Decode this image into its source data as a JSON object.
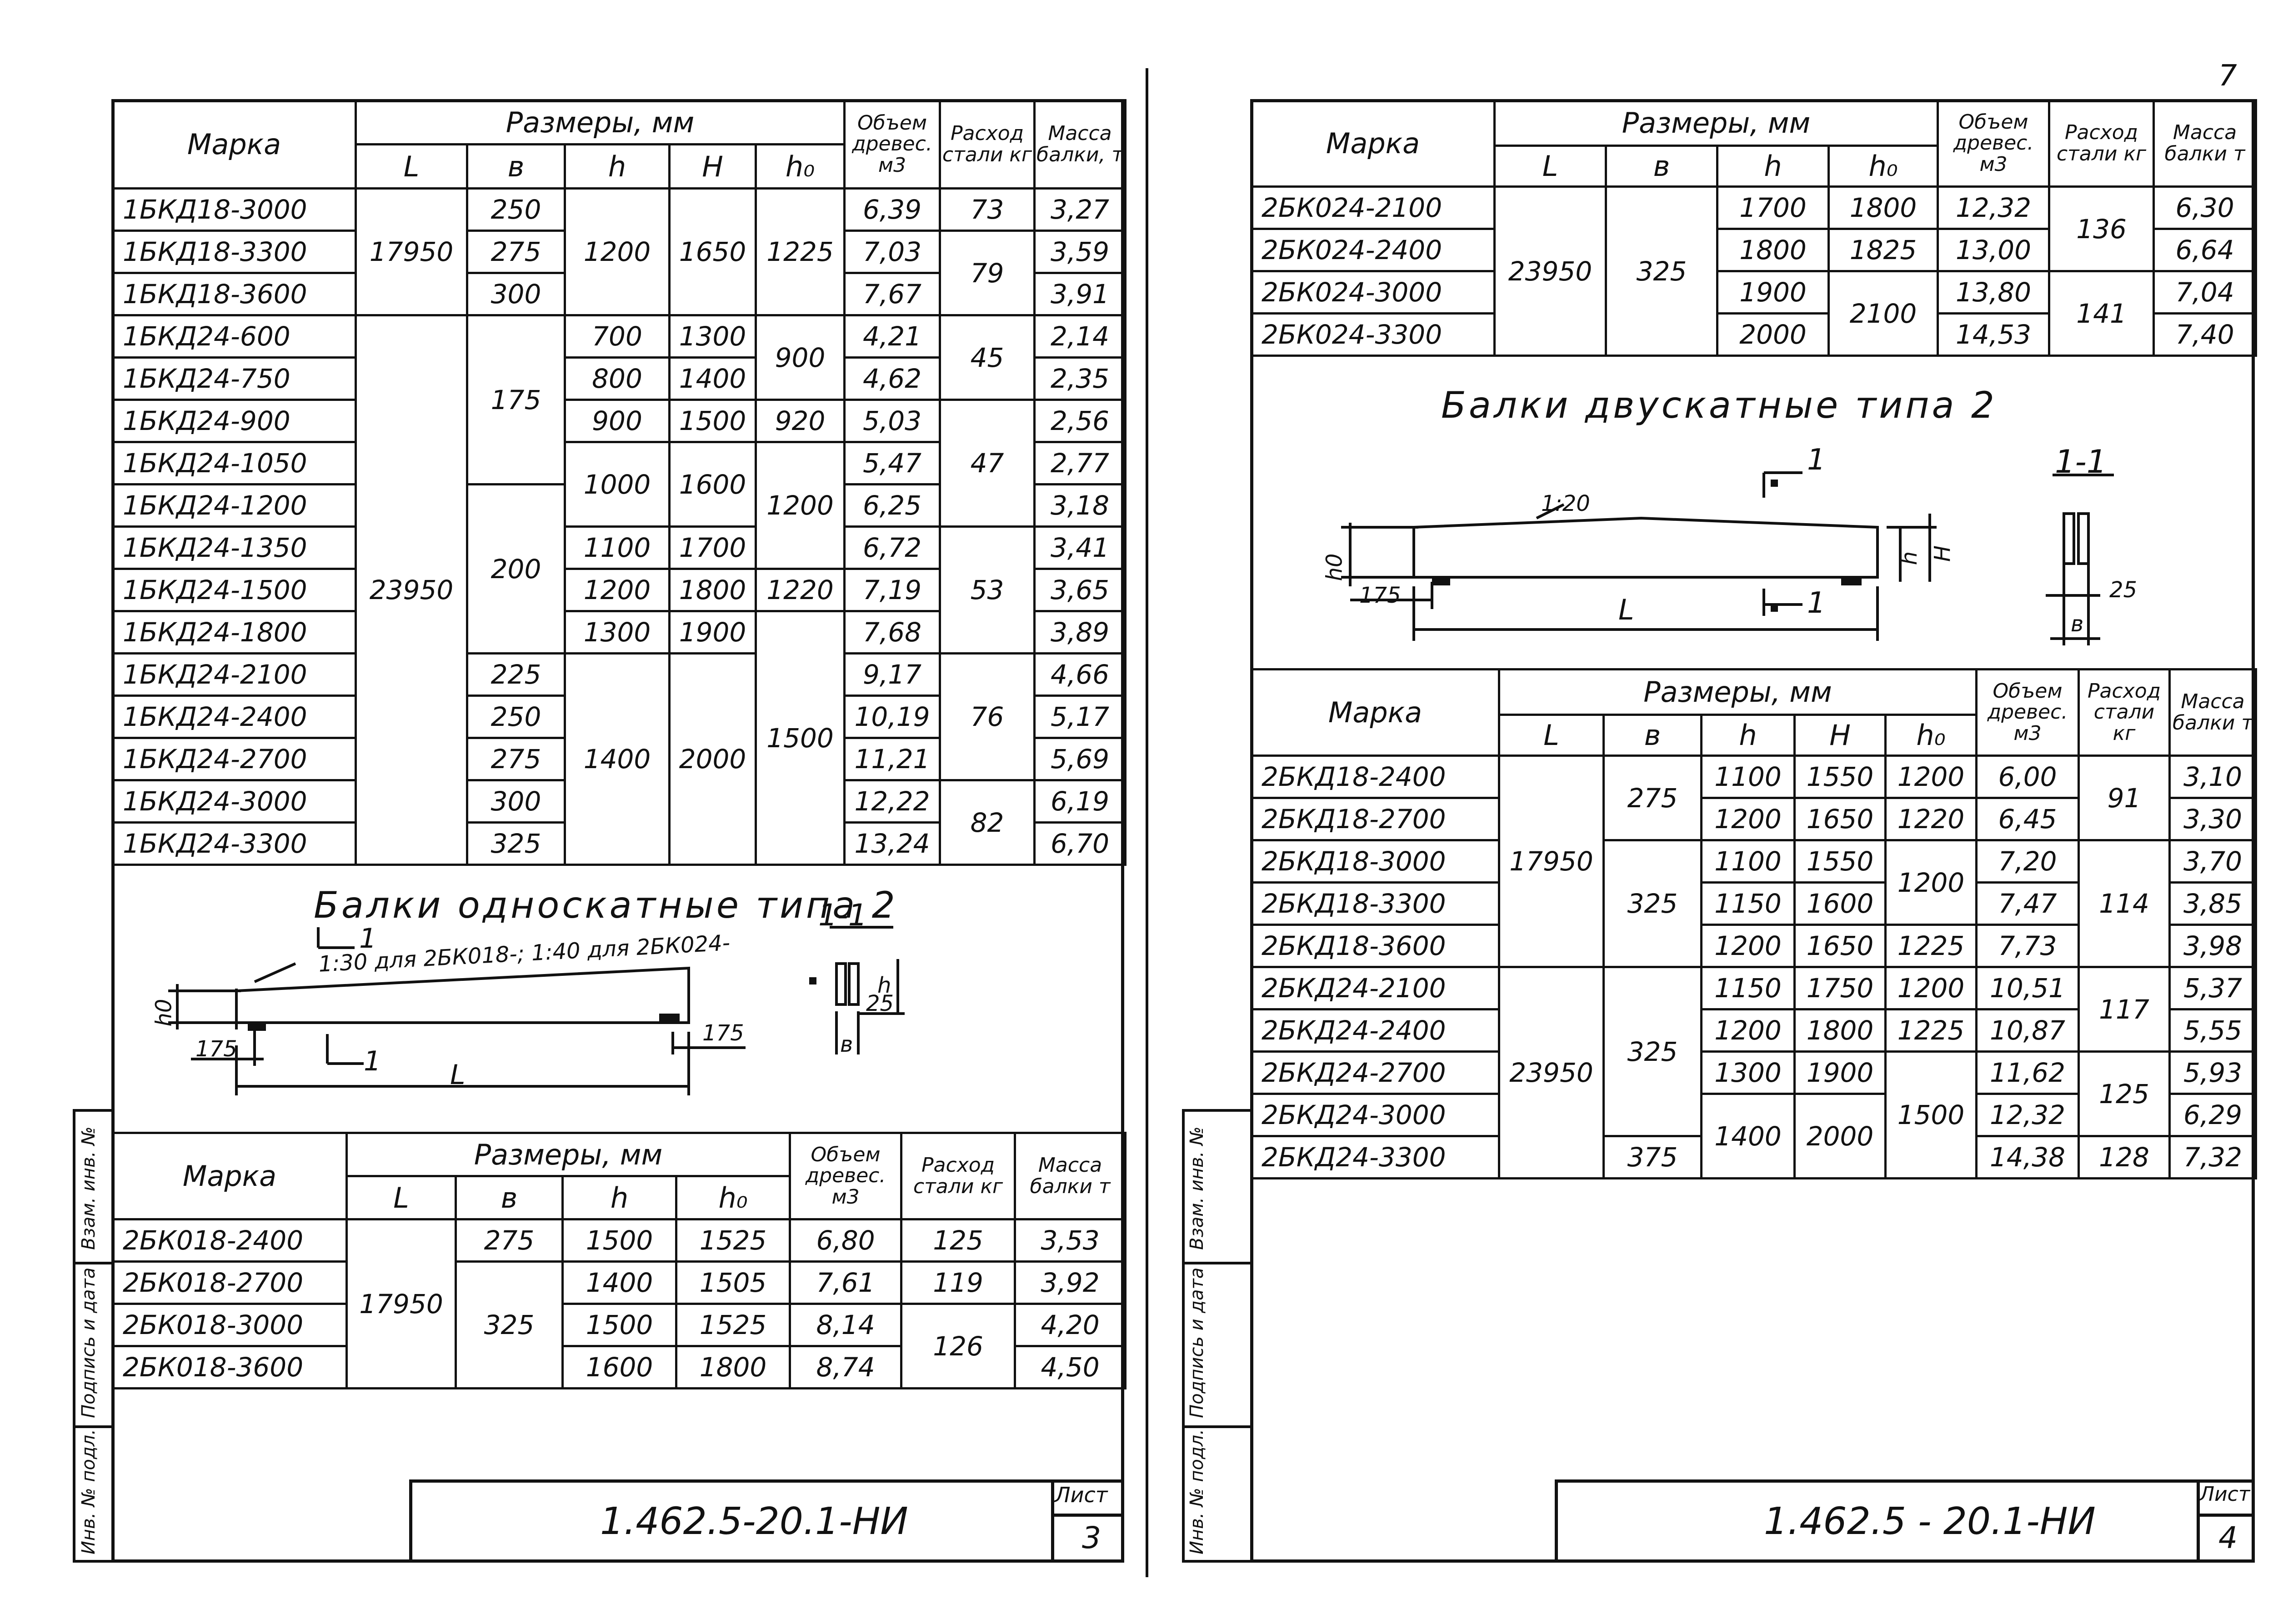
{
  "corner_mark": "7",
  "sheet3": {
    "table1": {
      "head": {
        "marka": "Марка",
        "razmery": "Размеры, мм",
        "L": "L",
        "b": "в",
        "h": "h",
        "H": "H",
        "h0": "h₀",
        "volume": "Объем древес. м3",
        "steel": "Расход стали кг",
        "mass": "Масса балки, т"
      },
      "rows": [
        {
          "m": "1БКД18-3000",
          "v": "6,39",
          "ma": "3,27"
        },
        {
          "m": "1БКД18-3300",
          "v": "7,03",
          "ma": "3,59"
        },
        {
          "m": "1БКД18-3600",
          "v": "7,67",
          "ma": "3,91"
        },
        {
          "m": "1БКД24-600",
          "v": "4,21",
          "ma": "2,14"
        },
        {
          "m": "1БКД24-750",
          "v": "4,62",
          "ma": "2,35"
        },
        {
          "m": "1БКД24-900",
          "v": "5,03",
          "ma": "2,56"
        },
        {
          "m": "1БКД24-1050",
          "v": "5,47",
          "ma": "2,77"
        },
        {
          "m": "1БКД24-1200",
          "v": "6,25",
          "ma": "3,18"
        },
        {
          "m": "1БКД24-1350",
          "v": "6,72",
          "ma": "3,41"
        },
        {
          "m": "1БКД24-1500",
          "v": "7,19",
          "ma": "3,65"
        },
        {
          "m": "1БКД24-1800",
          "v": "7,68",
          "ma": "3,89"
        },
        {
          "m": "1БКД24-2100",
          "v": "9,17",
          "ma": "4,66"
        },
        {
          "m": "1БКД24-2400",
          "v": "10,19",
          "ma": "5,17"
        },
        {
          "m": "1БКД24-2700",
          "v": "11,21",
          "ma": "5,69"
        },
        {
          "m": "1БКД24-3000",
          "v": "12,22",
          "ma": "6,19"
        },
        {
          "m": "1БКД24-3300",
          "v": "13,24",
          "ma": "6,70"
        }
      ],
      "L": [
        "17950",
        "23950"
      ],
      "b": [
        "250",
        "275",
        "300",
        "175",
        "200",
        "225",
        "250",
        "275",
        "300",
        "325"
      ],
      "h": [
        "1200",
        "700",
        "800",
        "900",
        "1000",
        "1100",
        "1200",
        "1300",
        "1400"
      ],
      "H": [
        "1650",
        "1300",
        "1400",
        "1500",
        "1600",
        "1700",
        "1800",
        "1900",
        "2000"
      ],
      "h0": [
        "1225",
        "900",
        "920",
        "1200",
        "1220",
        "1500"
      ],
      "steel": [
        "73",
        "79",
        "45",
        "47",
        "53",
        "76",
        "82"
      ]
    },
    "title2": "Балки односкатные типа 2",
    "drawing": {
      "slope": "1:30 для 2БК018-; 1:40 для 2БК024-",
      "sec_mark": "1",
      "sec_label": "1-1",
      "h0": "h0",
      "d175a": "175",
      "d175b": "175",
      "L": "L",
      "h": "h",
      "d25": "25",
      "b": "в"
    },
    "table2": {
      "head": {
        "marka": "Марка",
        "razmery": "Размеры, мм",
        "L": "L",
        "b": "в",
        "h": "h",
        "h0": "h₀",
        "volume": "Объем древес. м3",
        "steel": "Расход стали кг",
        "mass": "Масса балки т"
      },
      "rows": [
        {
          "m": "2БК018-2400",
          "h": "1500",
          "h0": "1525",
          "v": "6,80",
          "ma": "3,53"
        },
        {
          "m": "2БК018-2700",
          "h": "1400",
          "h0": "1505",
          "v": "7,61",
          "ma": "3,92"
        },
        {
          "m": "2БК018-3000",
          "h": "1500",
          "h0": "1525",
          "v": "8,14",
          "ma": "4,20"
        },
        {
          "m": "2БК018-3600",
          "h": "1600",
          "h0": "1800",
          "v": "8,74",
          "ma": "4,50"
        }
      ],
      "L": "17950",
      "b": [
        "275",
        "325"
      ],
      "steel": [
        "125",
        "119",
        "126"
      ]
    },
    "stamp": {
      "code": "1.462.5-20.1-НИ",
      "list_label": "Лист",
      "list_no": "3"
    },
    "side": [
      "Взам. инв. №",
      "Подпись и дата",
      "Инв. № подл."
    ]
  },
  "sheet4": {
    "table1": {
      "head": {
        "marka": "Марка",
        "razmery": "Размеры, мм",
        "L": "L",
        "b": "в",
        "h": "h",
        "h0": "h₀",
        "volume": "Объем древес. м3",
        "steel": "Расход стали кг",
        "mass": "Масса балки т"
      },
      "rows": [
        {
          "m": "2БК024-2100",
          "v": "12,32",
          "ma": "6,30"
        },
        {
          "m": "2БК024-2400",
          "v": "13,00",
          "ma": "6,64"
        },
        {
          "m": "2БК024-3000",
          "v": "13,80",
          "ma": "7,04"
        },
        {
          "m": "2БК024-3300",
          "v": "14,53",
          "ma": "7,40"
        }
      ],
      "L": "23950",
      "b": "325",
      "h": [
        "1700",
        "1800",
        "1900",
        "2000"
      ],
      "h0": [
        "1800",
        "1825",
        "2100"
      ],
      "steel": [
        "136",
        "141"
      ]
    },
    "title2": "Балки двускатные типа 2",
    "drawing": {
      "slope": "1:20",
      "sec_mark": "1",
      "sec_label": "1-1",
      "h0": "h0",
      "h": "h",
      "H": "H",
      "d175": "175",
      "L": "L",
      "d25": "25",
      "b": "в"
    },
    "table2": {
      "head": {
        "marka": "Марка",
        "razmery": "Размеры, мм",
        "L": "L",
        "b": "в",
        "h": "h",
        "H": "H",
        "h0": "h₀",
        "volume": "Объем древес. м3",
        "steel": "Расход стали кг",
        "mass": "Масса балки т"
      },
      "rows": [
        {
          "m": "2БКД18-2400",
          "h": "1100",
          "H": "1550",
          "v": "6,00",
          "ma": "3,10"
        },
        {
          "m": "2БКД18-2700",
          "h": "1200",
          "H": "1650",
          "v": "6,45",
          "ma": "3,30"
        },
        {
          "m": "2БКД18-3000",
          "h": "1100",
          "H": "1550",
          "v": "7,20",
          "ma": "3,70"
        },
        {
          "m": "2БКД18-3300",
          "h": "1150",
          "H": "1600",
          "v": "7,47",
          "ma": "3,85"
        },
        {
          "m": "2БКД18-3600",
          "h": "1200",
          "H": "1650",
          "v": "7,73",
          "ma": "3,98"
        },
        {
          "m": "2БКД24-2100",
          "h": "1150",
          "H": "1750",
          "v": "10,51",
          "ma": "5,37"
        },
        {
          "m": "2БКД24-2400",
          "h": "1200",
          "H": "1800",
          "v": "10,87",
          "ma": "5,55"
        },
        {
          "m": "2БКД24-2700",
          "h": "1300",
          "H": "1900",
          "v": "11,62",
          "ma": "5,93"
        },
        {
          "m": "2БКД24-3000",
          "v": "12,32",
          "ma": "6,29"
        },
        {
          "m": "2БКД24-3300",
          "v": "14,38",
          "ma": "7,32"
        }
      ],
      "h0": [
        "1200",
        "1220",
        "1200",
        "1225",
        "1200",
        "1225",
        "1500"
      ],
      "L": [
        "17950",
        "23950"
      ],
      "b": [
        "275",
        "325",
        "325",
        "375"
      ],
      "h_last": "1400",
      "H_last": "2000",
      "steel": [
        "91",
        "114",
        "117",
        "125",
        "128"
      ]
    },
    "stamp": {
      "code": "1.462.5 - 20.1-НИ",
      "list_label": "Лист",
      "list_no": "4"
    },
    "side": [
      "Взам. инв. №",
      "Подпись и дата",
      "Инв. № подл."
    ]
  }
}
